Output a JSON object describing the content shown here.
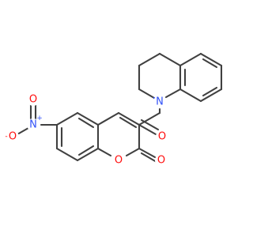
{
  "molecule": {
    "atoms": [
      {
        "id": "n_ring",
        "symbol": "N",
        "charge": "",
        "color": "#3050f8"
      },
      {
        "id": "o_carbonyl",
        "symbol": "O",
        "charge": "",
        "color": "#ff0d0d"
      },
      {
        "id": "o_ring",
        "symbol": "O",
        "charge": "",
        "color": "#ff0d0d"
      },
      {
        "id": "o_lactone",
        "symbol": "O",
        "charge": "",
        "color": "#ff0d0d"
      },
      {
        "id": "n_nitro",
        "symbol": "N",
        "charge": "+",
        "color": "#3050f8"
      },
      {
        "id": "o_nitro_top",
        "symbol": "O",
        "charge": "",
        "color": "#ff0d0d"
      },
      {
        "id": "o_nitro_minus",
        "symbol": "O",
        "charge": "-",
        "color": "#ff0d0d"
      }
    ]
  }
}
